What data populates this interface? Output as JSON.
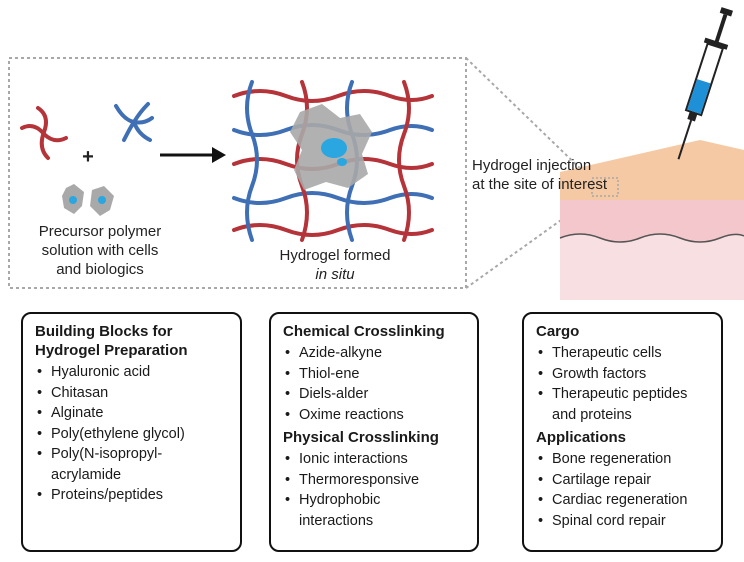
{
  "top": {
    "precursor_caption_line1": "Precursor polymer",
    "precursor_caption_line2": "solution with cells",
    "precursor_caption_line3": "and biologics",
    "plus_sign": "+",
    "hydrogel_caption_line1": "Hydrogel formed",
    "hydrogel_caption_line2": "in situ",
    "injection_caption_line1": "Hydrogel injection",
    "injection_caption_line2": "at the site of interest"
  },
  "colors": {
    "red_polymer": "#b5343a",
    "blue_polymer": "#3f6fb5",
    "cell_gray": "#a9a9a9",
    "nucleus_cyan": "#2aa6e0",
    "skin_top": "#f5c9a3",
    "skin_mid": "#f3c7cc",
    "skin_lower": "#f8dfe2",
    "syringe_fluid": "#1e90d8"
  },
  "icons": {
    "arrow": "right-arrow-icon",
    "syringe": "syringe-icon"
  },
  "boxes": {
    "building_blocks": {
      "title_line1": "Building Blocks for",
      "title_line2": "Hydrogel Preparation",
      "items": [
        "Hyaluronic acid",
        "Chitasan",
        "Alginate",
        "Poly(ethylene glycol)",
        "Poly(N-isopropyl-",
        "acrylamide",
        "Proteins/peptides"
      ]
    },
    "crosslinking": {
      "chemical_title": "Chemical Crosslinking",
      "chemical_items": [
        "Azide-alkyne",
        "Thiol-ene",
        "Diels-alder",
        "Oxime reactions"
      ],
      "physical_title": "Physical Crosslinking",
      "physical_items": [
        "Ionic interactions",
        "Thermoresponsive",
        "Hydrophobic",
        "interactions"
      ]
    },
    "cargo": {
      "cargo_title": "Cargo",
      "cargo_items": [
        "Therapeutic cells",
        "Growth factors",
        "Therapeutic peptides",
        "and proteins"
      ],
      "applications_title": "Applications",
      "applications_items": [
        "Bone regeneration",
        "Cartilage repair",
        "Cardiac regeneration",
        "Spinal cord repair"
      ]
    }
  }
}
